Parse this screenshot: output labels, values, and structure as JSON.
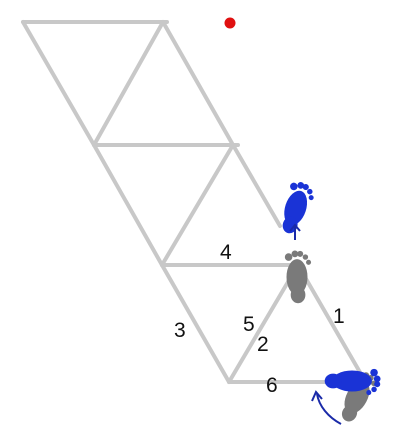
{
  "diagram": {
    "edge_labels": {
      "one": "1",
      "two": "2",
      "three": "3",
      "four": "4",
      "five": "5",
      "six": "6"
    },
    "colors": {
      "lattice": "#c8c8c8",
      "foot_current": "#7a7a7a",
      "foot_next": "#1a33d6",
      "arrow": "#1a2aa8",
      "marker": "#e01010",
      "label": "#111111"
    },
    "icons": {
      "foot_left": "footprint-icon",
      "foot_right": "footprint-icon",
      "step_arrow": "up-arrow-icon",
      "turn_arrow": "curved-arrow-icon",
      "marker": "red-dot-icon"
    }
  }
}
